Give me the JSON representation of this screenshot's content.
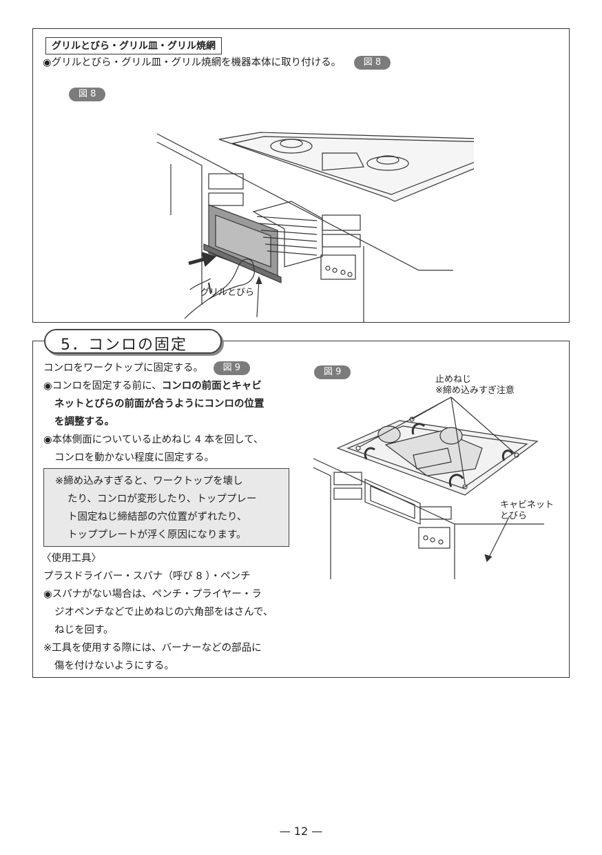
{
  "section4": {
    "subheading": "グリルとびら・グリル皿・グリル焼網",
    "instruction": "◉グリルとびら・グリル皿・グリル焼網を機器本体に取り付ける。",
    "figure_ref": "図 8",
    "figure_label": "図 8",
    "callout_grill_door": "グリルとびら"
  },
  "section5": {
    "heading": "5．コンロの固定",
    "intro": "コンロをワークトップに固定する。",
    "intro_ref": "図 9",
    "bullet1_line1_a": "◉コンロを固定する前に、",
    "bullet1_line1_b": "コンロの前面とキャビ",
    "bullet1_line2": "ネットとびらの前面が合うようにコンロの位置",
    "bullet1_line3": "を調整する。",
    "bullet2_line1": "◉本体側面についている止めねじ 4 本を回して、",
    "bullet2_line2": "コンロを動かない程度に固定する。",
    "note_lines": [
      "※締め込みすぎると、ワークトップを壊し",
      "たり、コンロが変形したり、トッププレー",
      "ト固定ねじ締結部の穴位置がずれたり、",
      "トッププレートが浮く原因になります。"
    ],
    "tools_heading": "〈使用工具〉",
    "tools_list": "プラスドライバー・スパナ（呼び 8 ）・ペンチ",
    "bullet3_lines": [
      "◉スパナがない場合は、ペンチ・プライヤー・ラ",
      "ジオペンチなどで止めねじの六角部をはさんで、",
      "ねじを回す。"
    ],
    "caution_lines": [
      "※工具を使用する際には、バーナーなどの部品に",
      "傷を付けないようにする。"
    ],
    "figure_label": "図 9",
    "callout_screw_1": "止めねじ",
    "callout_screw_2": "※締め込みすぎ注意",
    "callout_cabinet_1": "キャビネット",
    "callout_cabinet_2": "とびら"
  },
  "page_number": "— 12 —"
}
